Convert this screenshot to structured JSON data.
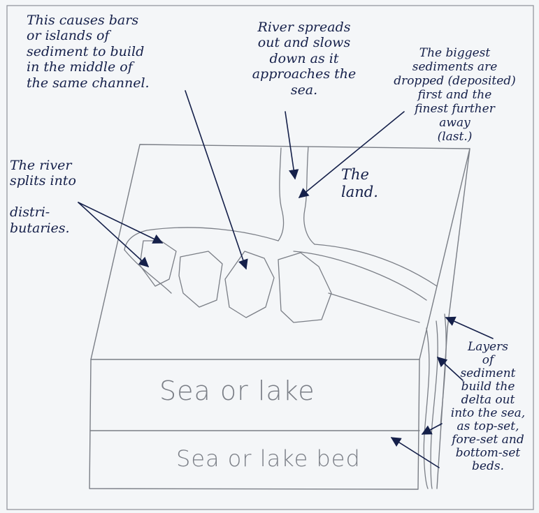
{
  "labels": {
    "bars_islands": "This causes bars\nor islands of\nsediment to build\nin the middle of\nthe same channel.",
    "river_spreads": "River spreads\nout and slows\ndown as it\napproaches the\nsea.",
    "biggest_sediments": "The biggest\nsediments are\ndropped (deposited)\nfirst and the\nfinest further\naway\n(last.)",
    "river_splits": "The river\nsplits into\n\ndistri-\nbutaries.",
    "the_land": "The\nland.",
    "layers": "Layers\nof\nsediment\nbuild the\ndelta out\ninto the sea,\nas top-set,\nfore-set and\nbottom-set\nbeds.",
    "sea_or_lake": "Sea or lake",
    "sea_or_lake_bed": "Sea or lake bed"
  },
  "colors": {
    "ink": "#15204a",
    "pencil": "#7a7e86",
    "paper": "#f4f6f8"
  }
}
